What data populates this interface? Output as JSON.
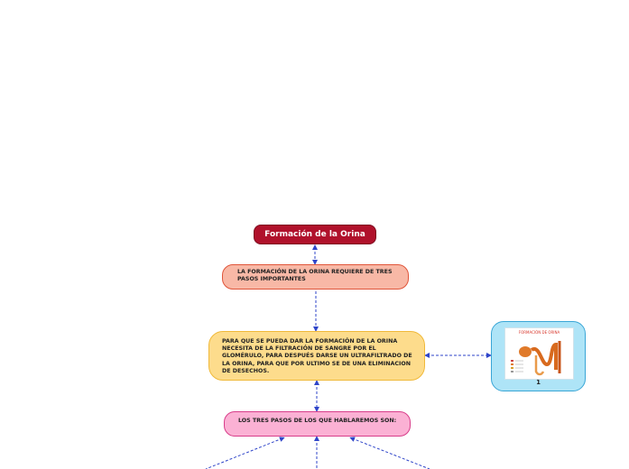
{
  "diagram": {
    "root": {
      "label": "Formación de la Orina",
      "color": "#b0112b"
    },
    "nodes": [
      {
        "id": "step-intro",
        "text": "LA FORMACIÓN DE LA ORINA REQUIERE DE TRES PASOS IMPORTANTES",
        "fill": "#f8b8a6"
      },
      {
        "id": "explanation",
        "text": "PARA QUE SE PUEDA DAR LA FORMACIÓN DE LA ORINA NECESITA DE LA FILTRACIÓN DE SANGRE POR EL GLOMÉRULO, PARA DESPUÉS DARSE UN ULTRAFILTRADO DE LA ORINA, PARA QUE POR ULTIMO SE DE UNA ELIMINACION DE DESECHOS.",
        "fill": "#fddc8c"
      },
      {
        "id": "three-steps",
        "text": "LOS TRES PASOS DE LOS QUE HABLAREMOS SON:",
        "fill": "#fbb1d4"
      }
    ],
    "image_node": {
      "thumbnail_title": "FORMACIÓN DE ORINA",
      "label": "1",
      "fill": "#aee4f7"
    },
    "connector_color": "#2f45c9"
  }
}
